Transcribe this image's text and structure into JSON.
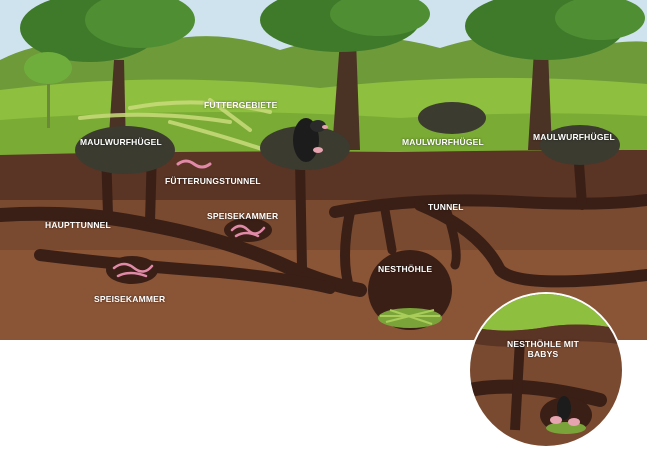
{
  "labels": {
    "futtergebiete": "FUTTERGEBIETE",
    "maulwurfhuegel_left": "MAULWURFHÜGEL",
    "maulwurfhuegel_mid": "MAULWURFHÜGEL",
    "maulwurfhuegel_right": "MAULWURFHÜGEL",
    "fuetterungstunnel": "FÜTTERUNGSTUNNEL",
    "speisekammer_mid": "SPEISEKAMMER",
    "tunnel": "TUNNEL",
    "haupttunnel": "HAUPTTUNNEL",
    "nesthoehle": "NESTHÖHLE",
    "speisekammer_left": "SPEISEKAMMER",
    "nesthoehle_babys": "NESTHÖHLE MIT BABYS"
  },
  "colors": {
    "sky": "#cfe3ee",
    "grass_light": "#8fbf3f",
    "grass_dark": "#5f8f2e",
    "soil_top": "#5a3424",
    "soil_mid": "#7a4a30",
    "soil_deep": "#8a5436",
    "tunnel": "#3a1f16",
    "mound": "#3b3b30",
    "mole": "#1c1c1c",
    "worm": "#e08aa8",
    "label": "#ffffff"
  }
}
